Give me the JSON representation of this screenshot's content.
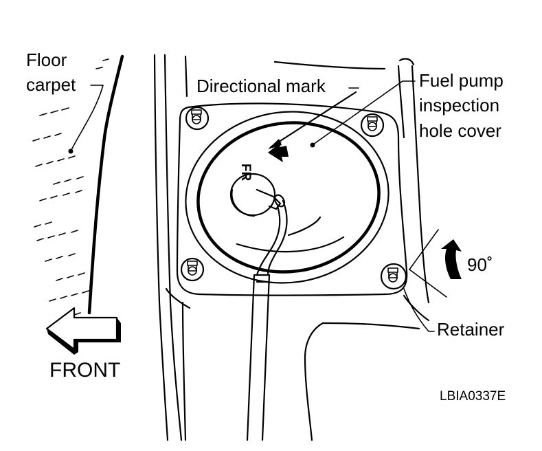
{
  "labels": {
    "floor_carpet_line1": "Floor",
    "floor_carpet_line2": "carpet",
    "directional_mark": "Directional mark",
    "cover_line1": "Fuel pump",
    "cover_line2": "inspection",
    "cover_line3": "hole cover",
    "fr_mark": "FR",
    "rotation": "90˚",
    "retainer": "Retainer",
    "front": "FRONT",
    "figure_code": "LBIA0337E"
  },
  "icons": [
    "front-arrow-icon",
    "fr-arrow-icon",
    "rotation-arrow-icon"
  ]
}
